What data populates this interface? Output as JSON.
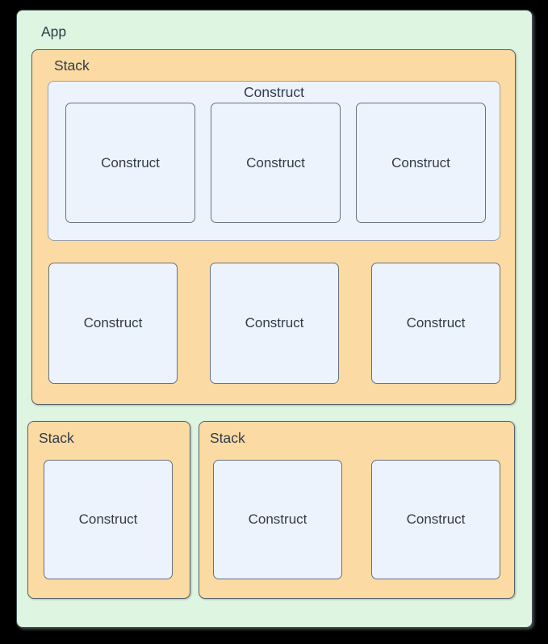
{
  "colors": {
    "page_bg": "#000000",
    "app_fill": "#ddf5e1",
    "app_border": "#3d4d52",
    "stack_fill": "#fcdaa3",
    "stack_border": "#566069",
    "node_fill": "#edf3fd",
    "node_border": "#66717f",
    "group_border": "#95a0ae",
    "text": "#303c49"
  },
  "app": {
    "label": "App"
  },
  "main_stack": {
    "label": "Stack",
    "group": {
      "label": "Construct",
      "children": [
        {
          "label": "Construct"
        },
        {
          "label": "Construct"
        },
        {
          "label": "Construct"
        }
      ]
    },
    "children": [
      {
        "label": "Construct"
      },
      {
        "label": "Construct"
      },
      {
        "label": "Construct"
      }
    ]
  },
  "bottom_stacks": [
    {
      "label": "Stack",
      "children": [
        {
          "label": "Construct"
        }
      ]
    },
    {
      "label": "Stack",
      "children": [
        {
          "label": "Construct"
        },
        {
          "label": "Construct"
        }
      ]
    }
  ]
}
